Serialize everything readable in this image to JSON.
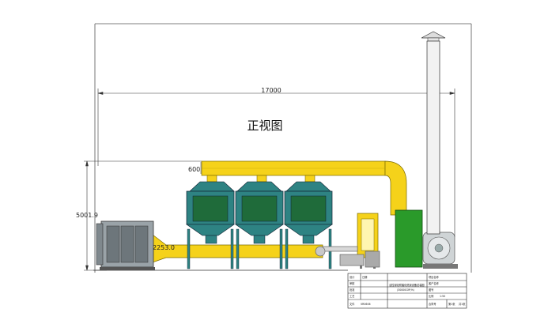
{
  "view_title": "正视图",
  "dimensions": {
    "overall_length": "17000",
    "inlet_height": "5001.9",
    "outlet_duct_height": "600",
    "inlet_duct_length": "2253.0"
  },
  "title_block": {
    "designer": "设计",
    "checker": "审核",
    "approver": "批准",
    "process": "工艺",
    "date_label": "日期",
    "drawing_name": "活性炭吸附催化燃烧设备总装图",
    "drawing_spec": "（30000CM³/h）",
    "project_label": "项目名称",
    "customer_label": "客户名称",
    "drawing_no_label": "图号",
    "scale_label": "比例",
    "scale_value": "1:50",
    "contract_label": "合同号",
    "sheet_label": "第1张",
    "total_label": "共1张",
    "file_label": "文件",
    "file_value": "VR0606"
  },
  "colors": {
    "duct_yellow": "#f5d21a",
    "adsorber_teal": "#2e8383",
    "panel_green": "#1f6b3a",
    "combustor_green": "#2a9a2a",
    "filter_gray": "#9aa3a8",
    "line": "#333333"
  }
}
